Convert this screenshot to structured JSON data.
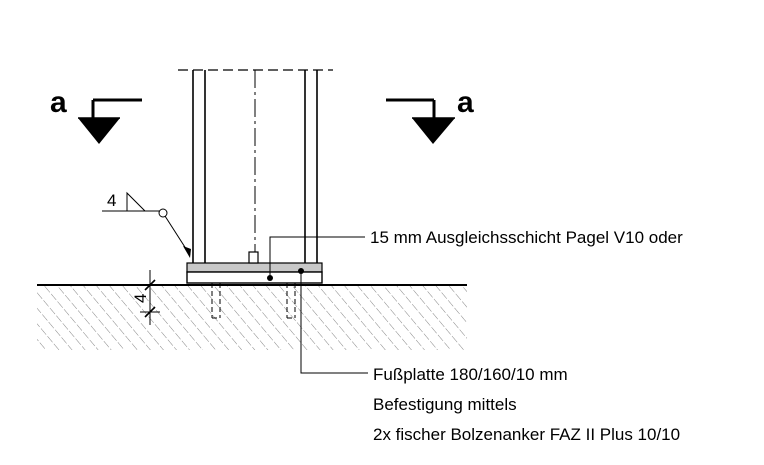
{
  "section_marker": {
    "left_letter": "a",
    "right_letter": "a"
  },
  "weld_symbol": {
    "size": "4"
  },
  "dimension": {
    "value": "4"
  },
  "callouts": {
    "leveling_layer": "15 mm Ausgleichsschicht Pagel V10 oder",
    "base_plate": {
      "line1": "Fußplatte 180/160/10 mm",
      "line2": "Befestigung mittels",
      "line3": "2x fischer Bolzenanker FAZ II Plus 10/10"
    }
  }
}
